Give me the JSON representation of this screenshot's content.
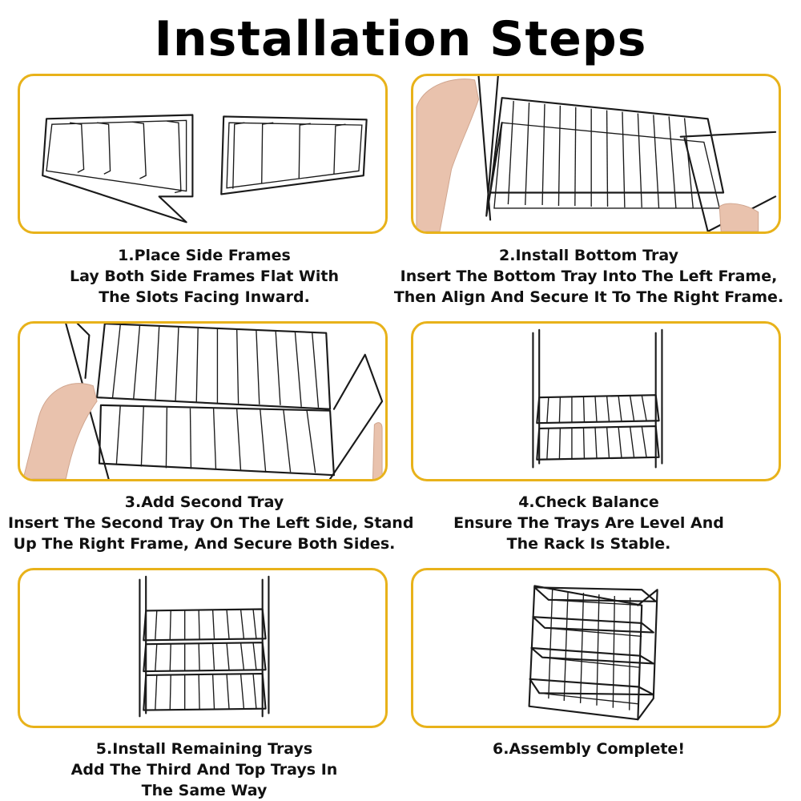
{
  "page": {
    "title": "Installation Steps",
    "accent_color": "#e8b21a"
  },
  "steps": [
    {
      "title": "1.Place Side Frames",
      "line1": "Lay Both Side Frames Flat With",
      "line2": "The Slots Facing Inward."
    },
    {
      "title": "2.Install Bottom Tray",
      "line1": "Insert The Bottom Tray Into The Left Frame,",
      "line2": "Then Align And Secure It To The Right Frame."
    },
    {
      "title": "3.Add Second Tray",
      "line1": "Insert The Second Tray On The Left Side, Stand",
      "line2": "Up The Right Frame, And Secure Both Sides."
    },
    {
      "title": "4.Check Balance",
      "line1": "Ensure The Trays Are Level And",
      "line2": "The Rack Is Stable."
    },
    {
      "title": "5.Install Remaining Trays",
      "line1": "Add The Third And Top Trays In",
      "line2": "The Same Way"
    },
    {
      "title": "6.Assembly Complete!",
      "line1": "",
      "line2": ""
    }
  ]
}
